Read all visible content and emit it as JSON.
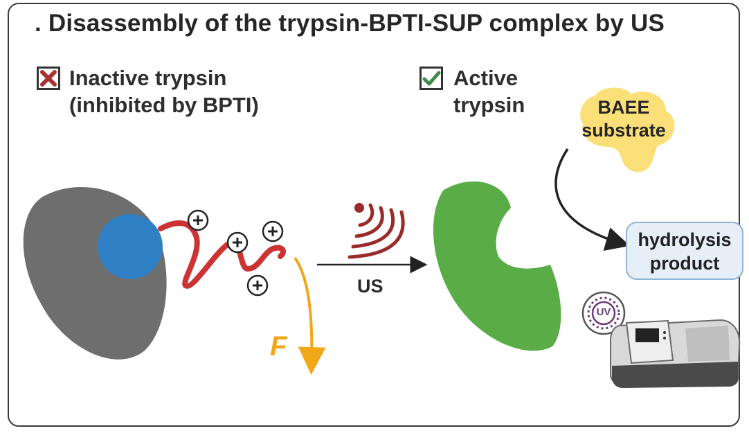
{
  "title": ". Disassembly of the trypsin-BPTI-SUP complex by US",
  "inactive": {
    "line1": "Inactive trypsin",
    "line2": "(inhibited by BPTI)"
  },
  "active": {
    "line1": "Active",
    "line2": "trypsin"
  },
  "substrate": {
    "line1": "BAEE",
    "line2": "substrate"
  },
  "product": {
    "line1": "hydrolysis",
    "line2": "product"
  },
  "arrow_label": "US",
  "force_label": "F",
  "uv_label": "UV",
  "plus_sign": "+",
  "colors": {
    "inactive_trypsin": "#6e6e6e",
    "bpti": "#2f7fc4",
    "sup_chain": "#cc3333",
    "force_arrow": "#f0a818",
    "active_trypsin": "#5aac47",
    "substrate": "#fbe07a",
    "ultrasound": "#9b2a2a",
    "uv_badge": "#6a3a7a",
    "cross": "#a83232",
    "check": "#3e8a4a"
  },
  "icons": [
    "cross-icon",
    "check-icon",
    "ultrasound-icon",
    "uv-icon",
    "spectrophotometer-icon"
  ]
}
